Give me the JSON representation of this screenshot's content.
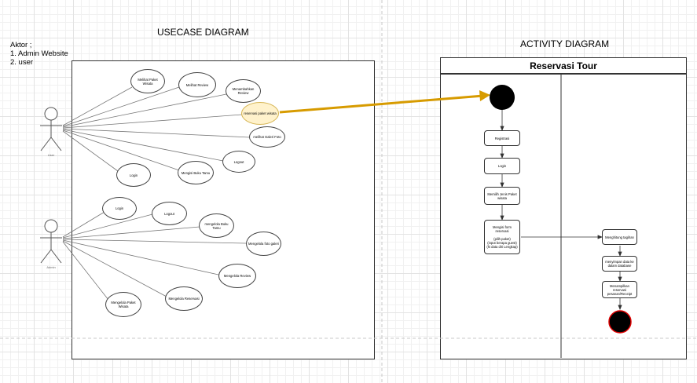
{
  "headings": {
    "usecase": "USECASE DIAGRAM",
    "activity": "ACTIVITY DIAGRAM"
  },
  "actors_note": {
    "title": "Aktor ;",
    "items": [
      "1. Admin Website",
      "2. user"
    ]
  },
  "actors": {
    "user": "User",
    "admin": "Admin"
  },
  "user_usecases": [
    "Melihat Paket Wisata",
    "Melihat Review",
    "Menambahkan Review",
    "reservasi paket wisata",
    "melihat Galeri Foto",
    "Logout",
    "Mengisi Buku Tamu",
    "Login"
  ],
  "admin_usecases": [
    "Login",
    "Logout",
    "mengelola Buku Tamu",
    "Mengelola foto galeri",
    "Mengelola Review",
    "Mengelola Reservasi",
    "Mengelola Paket Wisata"
  ],
  "activity": {
    "title": "Reservasi Tour",
    "left_steps": [
      "Registrasi",
      "Login",
      "Memilih Jenis Paket wisata",
      "Mengisi form reservasi\n\n(pilih paket)\n(input berapa guest)\n(hi data diri Lengkap)"
    ],
    "right_steps": [
      "Menghitung tagihan",
      "menyimpan data ke dalam database",
      "Menampilkan reservasi pesanan/Receipt"
    ]
  },
  "colors": {
    "highlight_fill": "#fff2cc",
    "highlight_stroke": "#d6b656",
    "arrow": "#d79b00",
    "end_ring": "#e00000"
  }
}
